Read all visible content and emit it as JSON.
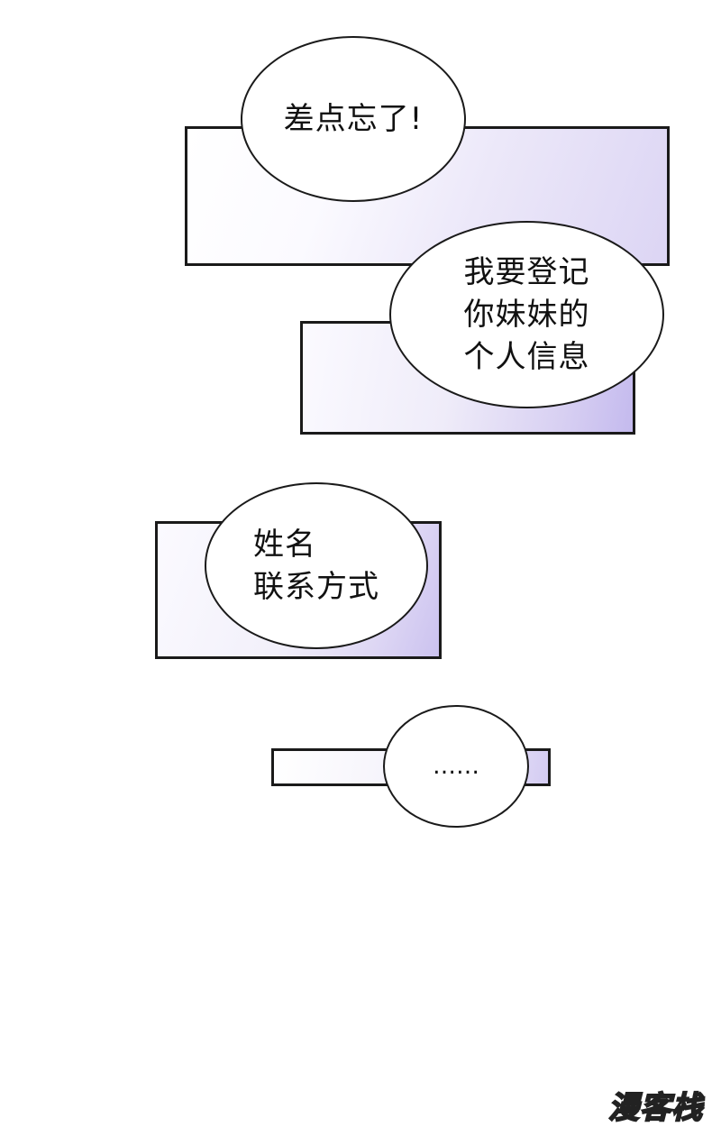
{
  "bubbles": [
    {
      "lines": [
        "差点忘了!"
      ]
    },
    {
      "lines": [
        "我要登记",
        "你妹妹的",
        "个人信息"
      ]
    },
    {
      "lines": [
        "姓名",
        "联系方式"
      ]
    },
    {
      "lines": [
        "……"
      ]
    }
  ],
  "watermark": "漫客栈",
  "colors": {
    "panel_tint": "#cfc7f0",
    "outline": "#1a1a1a",
    "background": "#ffffff"
  }
}
